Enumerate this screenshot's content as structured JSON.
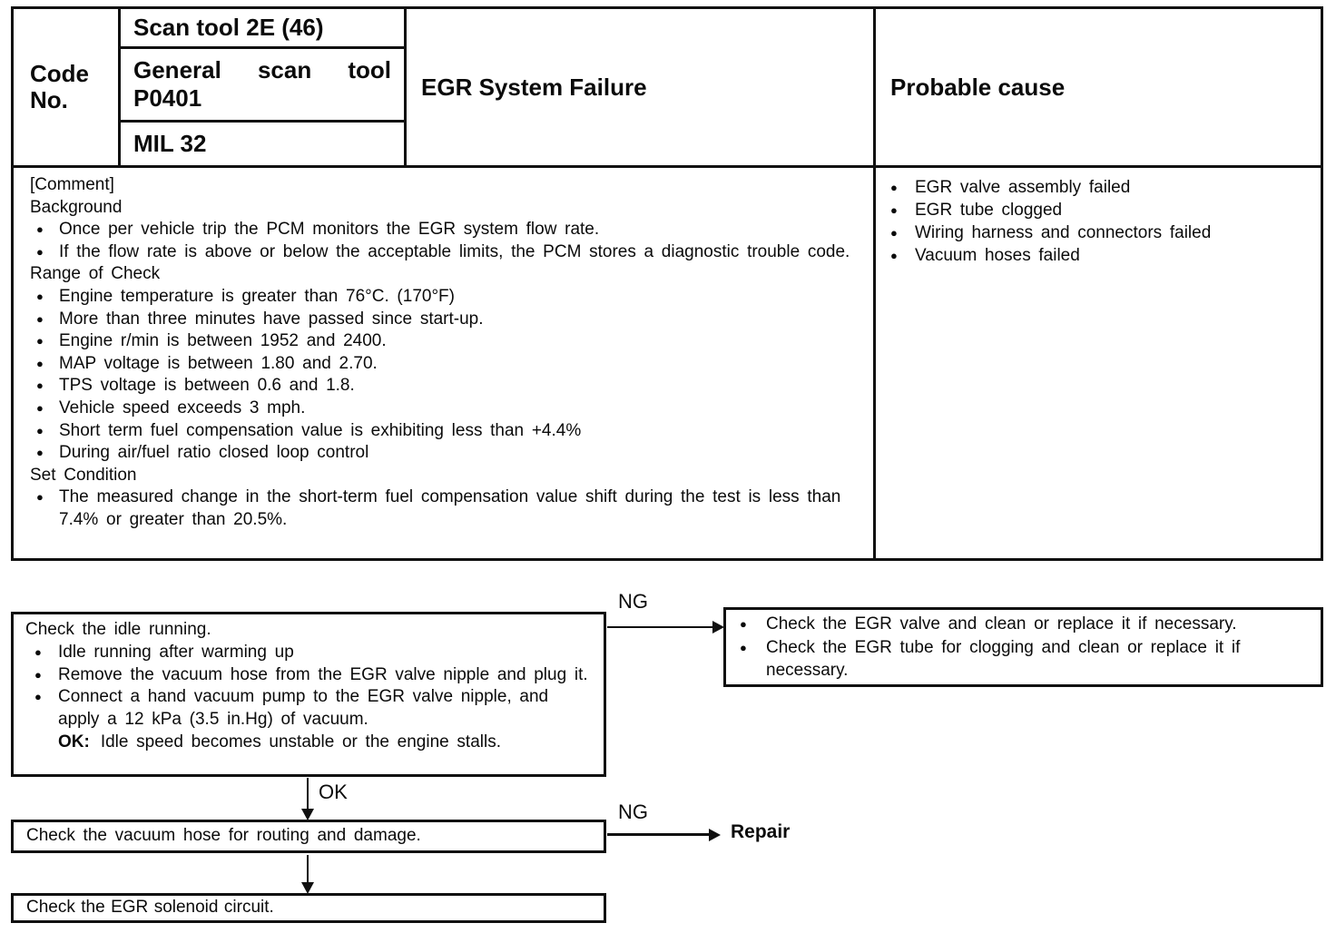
{
  "dtc": {
    "code_no_label": "Code No.",
    "scan_tool_code": "Scan tool 2E (46)",
    "general_scan_tool_code": "General scan tool P0401",
    "mil_code": "MIL 32",
    "failure_title": "EGR System Failure",
    "probable_cause_label": "Probable cause",
    "comment": {
      "tag": "[Comment]",
      "background_label": "Background",
      "background_items": [
        "Once per vehicle trip the PCM monitors the EGR system flow rate.",
        "If the flow rate is above or below the acceptable limits, the PCM stores a diagnostic trouble code."
      ],
      "range_label": "Range of Check",
      "range_items": [
        "Engine temperature is greater than 76°C. (170°F)",
        "More than three minutes have passed since start-up.",
        "Engine r/min is between 1952 and 2400.",
        "MAP voltage is between 1.80 and 2.70.",
        "TPS voltage is between 0.6 and 1.8.",
        "Vehicle speed exceeds 3 mph.",
        "Short term fuel compensation value is exhibiting less than +4.4%",
        "During air/fuel ratio closed loop control"
      ],
      "set_label": "Set Condition",
      "set_items": [
        "The measured change in the short-term fuel compensation value shift during the test is less than 7.4% or greater than 20.5%."
      ]
    },
    "causes": [
      "EGR valve assembly failed",
      "EGR tube clogged",
      "Wiring harness and connectors failed",
      "Vacuum hoses failed"
    ],
    "bullet_glyph": "●"
  },
  "flow": {
    "step1": {
      "title": "Check the idle running.",
      "bullets": [
        "Idle running after warming up",
        "Remove the vacuum hose from the EGR valve nipple and plug it.",
        "Connect a hand vacuum pump to the EGR valve nipple, and apply a 12 kPa (3.5 in.Hg) of vacuum."
      ],
      "ok_key": "OK:",
      "ok_text": "Idle speed becomes unstable or the engine stalls."
    },
    "ng1_label": "NG",
    "ng1_actions": [
      "Check the EGR valve and clean or replace it if necessary.",
      "Check the EGR tube for clogging and clean or replace it if necessary."
    ],
    "ok_label": "OK",
    "step2_title": "Check the vacuum hose for routing and damage.",
    "ng2_label": "NG",
    "repair_label": "Repair",
    "step3_title": "Check the EGR solenoid circuit."
  }
}
